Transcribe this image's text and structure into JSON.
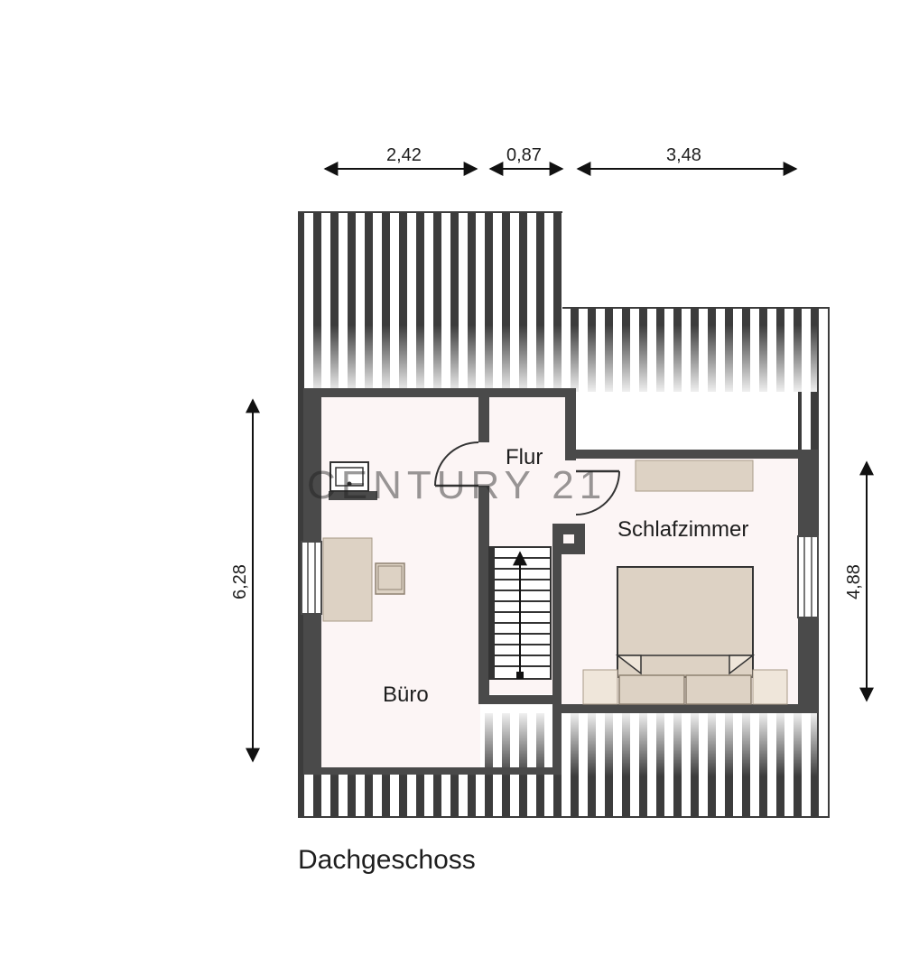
{
  "floor_title": "Dachgeschoss",
  "watermark": "CENTURY 21",
  "rooms": {
    "office": "Büro",
    "hall": "Flur",
    "bedroom": "Schlafzimmer"
  },
  "dimensions": {
    "top_left": "2,42",
    "top_middle": "0,87",
    "top_right": "3,48",
    "left_height": "6,28",
    "right_height": "4,88"
  },
  "colors": {
    "wall": "#4a4a4a",
    "floor": "#fcf5f5",
    "furniture": "#ddd2c4",
    "roof_stripe": "#3c3c3c"
  }
}
